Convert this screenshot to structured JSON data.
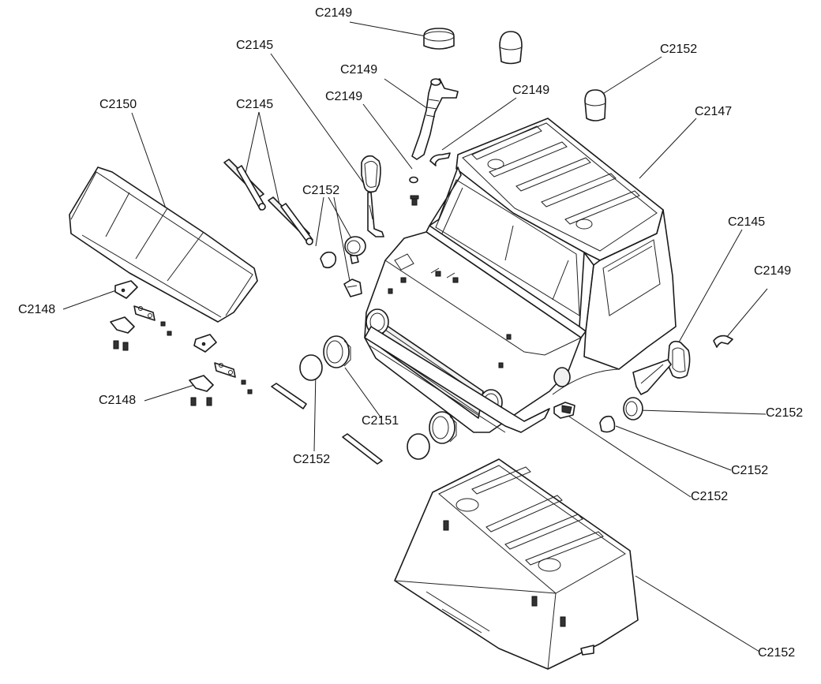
{
  "labels": [
    {
      "id": "lbl-c2149-top",
      "text": "C2149"
    },
    {
      "id": "lbl-c2145-a",
      "text": "C2145"
    },
    {
      "id": "lbl-c2152-topright",
      "text": "C2152"
    },
    {
      "id": "lbl-c2149-b",
      "text": "C2149"
    },
    {
      "id": "lbl-c2149-c",
      "text": "C2149"
    },
    {
      "id": "lbl-c2149-d",
      "text": "C2149"
    },
    {
      "id": "lbl-c2150",
      "text": "C2150"
    },
    {
      "id": "lbl-c2145-b",
      "text": "C2145"
    },
    {
      "id": "lbl-c2147",
      "text": "C2147"
    },
    {
      "id": "lbl-c2152-headlight",
      "text": "C2152"
    },
    {
      "id": "lbl-c2145-right",
      "text": "C2145"
    },
    {
      "id": "lbl-c2149-right",
      "text": "C2149"
    },
    {
      "id": "lbl-c2148-top",
      "text": "C2148"
    },
    {
      "id": "lbl-c2148-bottom",
      "text": "C2148"
    },
    {
      "id": "lbl-c2151",
      "text": "C2151"
    },
    {
      "id": "lbl-c2152-lens",
      "text": "C2152"
    },
    {
      "id": "lbl-c2152-right1",
      "text": "C2152"
    },
    {
      "id": "lbl-c2152-right2",
      "text": "C2152"
    },
    {
      "id": "lbl-c2152-right3",
      "text": "C2152"
    },
    {
      "id": "lbl-c2152-bottom",
      "text": "C2152"
    }
  ]
}
